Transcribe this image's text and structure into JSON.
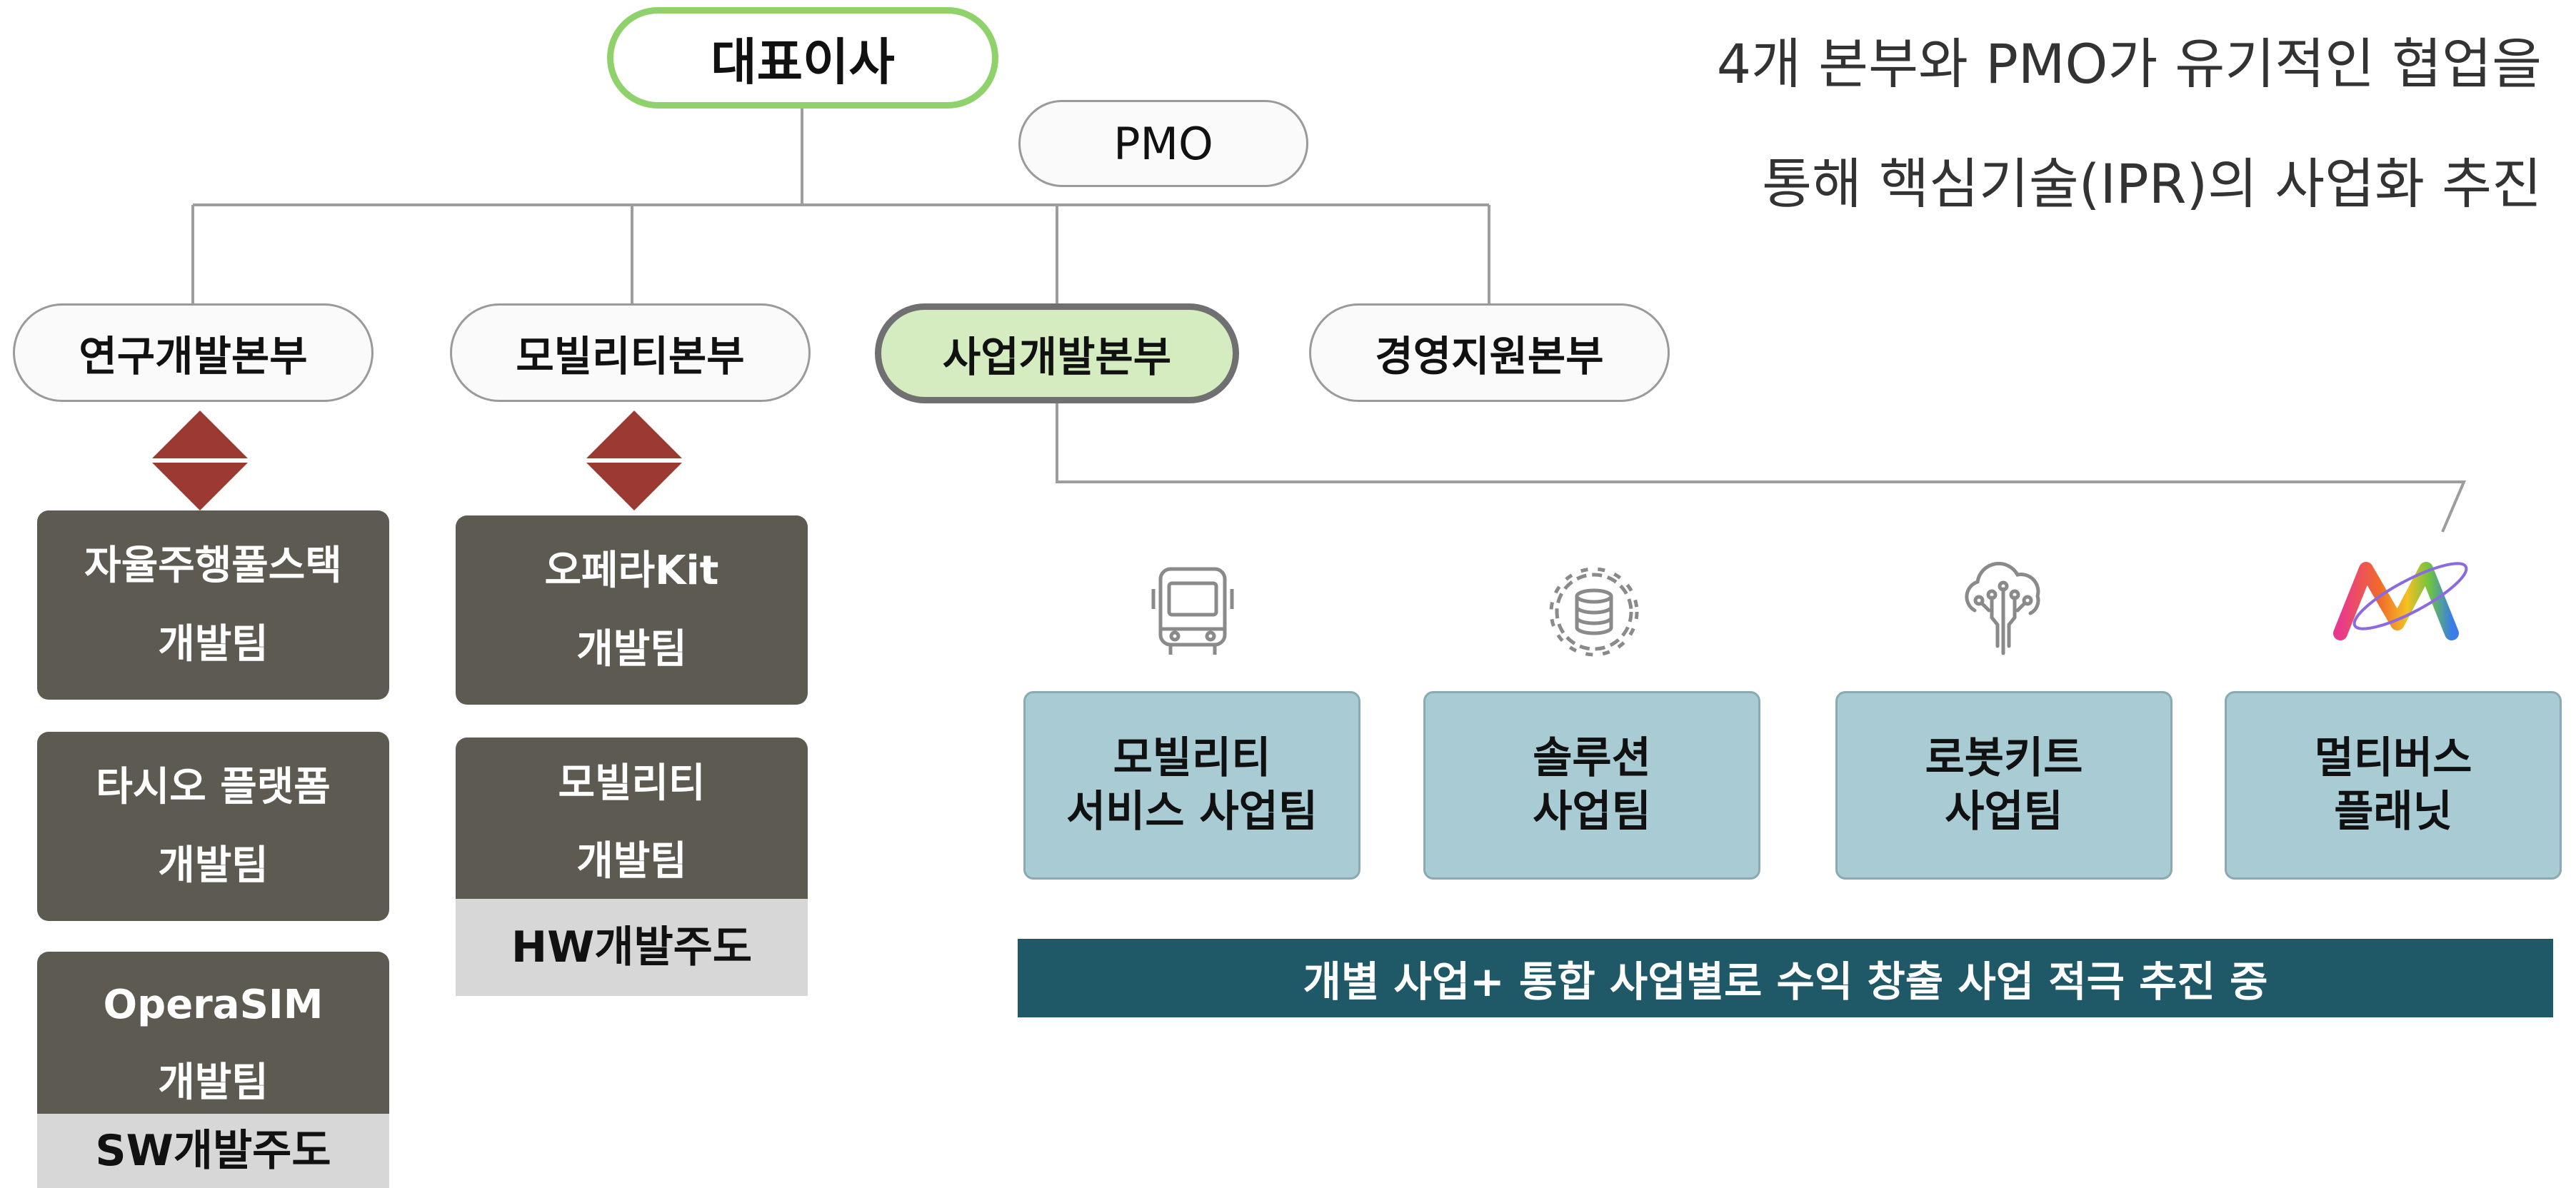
{
  "ceo": "대표이사",
  "pmo": "PMO",
  "tagline": [
    "4개 본부와 PMO가 유기적인 협업을",
    "통해 핵심기술(IPR)의 사업화 추진"
  ],
  "divisions": [
    "연구개발본부",
    "모빌리티본부",
    "사업개발본부",
    "경영지원본부"
  ],
  "rnd_teams": [
    {
      "line1": "자율주행풀스택",
      "line2": "개발팀"
    },
    {
      "line1": "타시오 플랫폼",
      "line2": "개발팀"
    },
    {
      "line1": "OperaSIM",
      "line2": "개발팀",
      "lead": "SW개발주도"
    }
  ],
  "mobility_teams": [
    {
      "line1": "오페라Kit",
      "line2": "개발팀"
    },
    {
      "line1": "모빌리티",
      "line2": "개발팀",
      "lead": "HW개발주도"
    }
  ],
  "business_units": [
    {
      "line1": "모빌리티",
      "line2": "서비스 사업팀",
      "icon": "bus-icon"
    },
    {
      "line1": "솔루션",
      "line2": "사업팀",
      "icon": "database-gear-icon"
    },
    {
      "line1": "로봇키트",
      "line2": "사업팀",
      "icon": "cloud-circuit-icon"
    },
    {
      "line1": "멀티버스",
      "line2": "플래닛",
      "icon": "multiverse-logo-icon"
    }
  ],
  "banner": "개별 사업+ 통합 사업별로 수익 창출 사업 적극 추진 중",
  "colors": {
    "ceo_border": "#8fd16a",
    "highlight_fill": "#d4ecc0",
    "team_fill": "#5d5a51",
    "lead_fill": "#d7d7d7",
    "biz_fill": "#a8cbd4",
    "banner_fill": "#1f5866",
    "diamond": "#9b3a33"
  }
}
